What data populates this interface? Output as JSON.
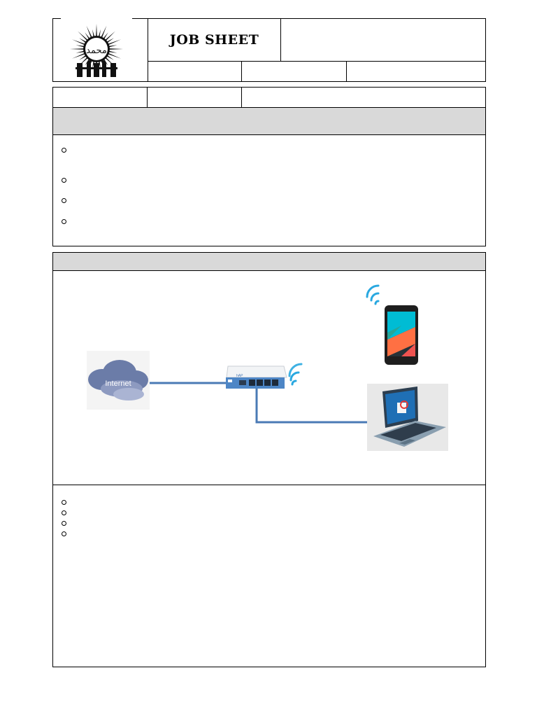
{
  "header": {
    "title": "JOB SHEET",
    "logo_text": "محمد",
    "right_cell": "",
    "sub_cells": [
      "",
      "",
      ""
    ]
  },
  "info_row": [
    "",
    "",
    ""
  ],
  "section1": {
    "heading": "",
    "bullets": [
      "",
      "",
      "",
      ""
    ]
  },
  "section2": {
    "heading": "",
    "diagram": {
      "cloud_label": "Internet",
      "router_label": "hAP",
      "colors": {
        "link": "#4a7ab5",
        "wifi": "#29a8e0",
        "cloud": "#6b7ca8"
      }
    }
  },
  "section3": {
    "bullets": [
      "",
      "",
      "",
      ""
    ]
  }
}
